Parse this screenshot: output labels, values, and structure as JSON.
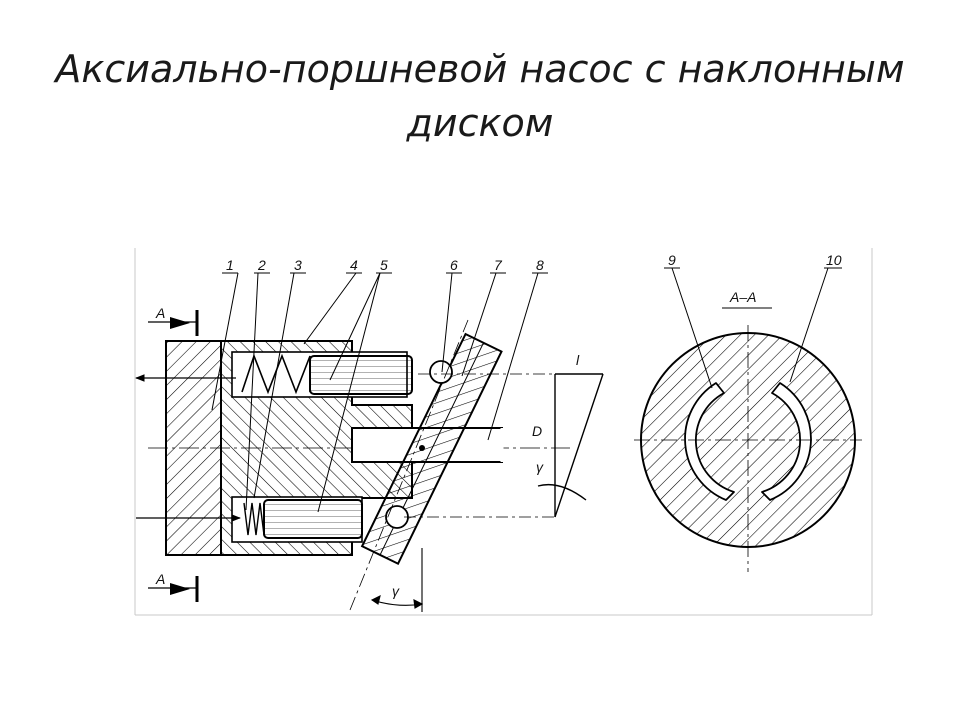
{
  "slide": {
    "title_line1": "Аксиально-поршневой насос с наклонным",
    "title_line2": "диском"
  },
  "drawing": {
    "part_numbers": [
      "1",
      "2",
      "3",
      "4",
      "5",
      "6",
      "7",
      "8",
      "9",
      "10"
    ],
    "section_mark": "A",
    "section_title": "A–A",
    "dimension_D": "D",
    "letter_l": "l",
    "angle_symbol": "γ"
  }
}
